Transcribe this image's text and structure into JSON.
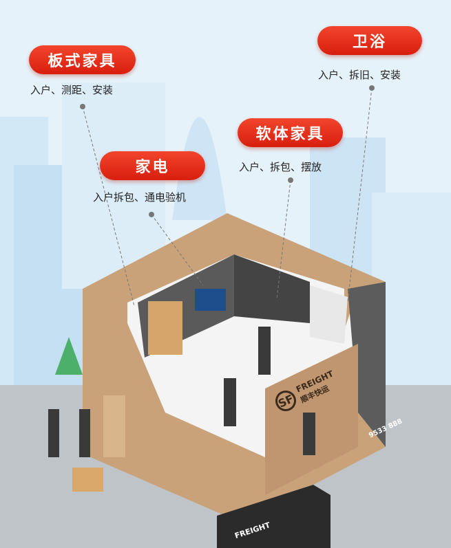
{
  "services": [
    {
      "title": "板式家具",
      "tasks": "入户、测距、安装"
    },
    {
      "title": "卫浴",
      "tasks": "入户、拆旧、安装"
    },
    {
      "title": "软体家具",
      "tasks": "入户、拆包、摆放"
    },
    {
      "title": "家电",
      "tasks": "入户拆包、通电验机"
    }
  ],
  "brand": {
    "mark": "SF",
    "name_en": "FREIGHT",
    "name_cn": "顺丰快运",
    "phone": "9533 888"
  },
  "colors": {
    "accent": "#e5301a",
    "box": "#c9a27a",
    "floor": "#f4f4f4"
  }
}
